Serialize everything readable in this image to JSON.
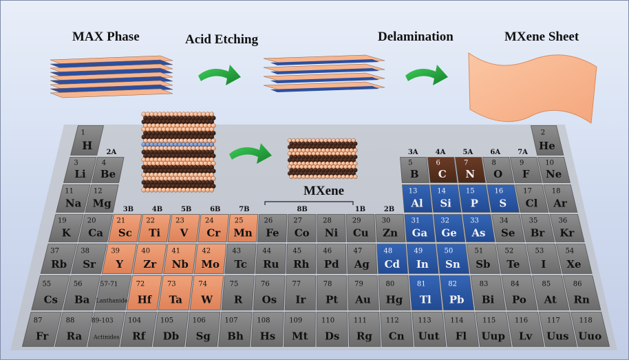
{
  "labels": {
    "max_phase": "MAX Phase",
    "acid_etching": "Acid Etching",
    "delamination": "Delamination",
    "mxene_sheet": "MXene Sheet",
    "mxene": "MXene"
  },
  "groups": [
    {
      "label": "2A",
      "col": 2,
      "row": 2
    },
    {
      "label": "3A",
      "col": 13,
      "row": 2
    },
    {
      "label": "4A",
      "col": 14,
      "row": 2
    },
    {
      "label": "5A",
      "col": 15,
      "row": 2
    },
    {
      "label": "6A",
      "col": 16,
      "row": 2
    },
    {
      "label": "7A",
      "col": 17,
      "row": 2
    },
    {
      "label": "3B",
      "col": 3,
      "row": 4
    },
    {
      "label": "4B",
      "col": 4,
      "row": 4
    },
    {
      "label": "5B",
      "col": 5,
      "row": 4
    },
    {
      "label": "6B",
      "col": 6,
      "row": 4
    },
    {
      "label": "7B",
      "col": 7,
      "row": 4
    },
    {
      "label": "8B",
      "col": 9,
      "row": 4
    },
    {
      "label": "1B",
      "col": 11,
      "row": 4
    },
    {
      "label": "2B",
      "col": 12,
      "row": 4
    }
  ],
  "colors": {
    "gray": "#7c7c7c",
    "orange": "#e9946c",
    "blue": "#2b5aa8",
    "brown": "#5a3220",
    "layer_orange": "#f6b58f",
    "layer_blue": "#2c4f9e",
    "arrow_green": "#22a43c"
  },
  "elements": [
    {
      "n": "1",
      "s": "H",
      "c": 1,
      "r": 1,
      "k": "gray"
    },
    {
      "n": "2",
      "s": "He",
      "c": 18,
      "r": 1,
      "k": "gray"
    },
    {
      "n": "3",
      "s": "Li",
      "c": 1,
      "r": 2,
      "k": "gray"
    },
    {
      "n": "4",
      "s": "Be",
      "c": 2,
      "r": 2,
      "k": "gray"
    },
    {
      "n": "5",
      "s": "B",
      "c": 13,
      "r": 2,
      "k": "gray"
    },
    {
      "n": "6",
      "s": "C",
      "c": 14,
      "r": 2,
      "k": "brown"
    },
    {
      "n": "7",
      "s": "N",
      "c": 15,
      "r": 2,
      "k": "brown"
    },
    {
      "n": "8",
      "s": "O",
      "c": 16,
      "r": 2,
      "k": "gray"
    },
    {
      "n": "9",
      "s": "F",
      "c": 17,
      "r": 2,
      "k": "gray"
    },
    {
      "n": "10",
      "s": "Ne",
      "c": 18,
      "r": 2,
      "k": "gray"
    },
    {
      "n": "11",
      "s": "Na",
      "c": 1,
      "r": 3,
      "k": "gray"
    },
    {
      "n": "12",
      "s": "Mg",
      "c": 2,
      "r": 3,
      "k": "gray"
    },
    {
      "n": "13",
      "s": "Al",
      "c": 13,
      "r": 3,
      "k": "blue"
    },
    {
      "n": "14",
      "s": "Si",
      "c": 14,
      "r": 3,
      "k": "blue"
    },
    {
      "n": "15",
      "s": "P",
      "c": 15,
      "r": 3,
      "k": "blue"
    },
    {
      "n": "16",
      "s": "S",
      "c": 16,
      "r": 3,
      "k": "blue"
    },
    {
      "n": "17",
      "s": "Cl",
      "c": 17,
      "r": 3,
      "k": "gray"
    },
    {
      "n": "18",
      "s": "Ar",
      "c": 18,
      "r": 3,
      "k": "gray"
    },
    {
      "n": "19",
      "s": "K",
      "c": 1,
      "r": 4,
      "k": "gray"
    },
    {
      "n": "20",
      "s": "Ca",
      "c": 2,
      "r": 4,
      "k": "gray"
    },
    {
      "n": "21",
      "s": "Sc",
      "c": 3,
      "r": 4,
      "k": "orange"
    },
    {
      "n": "22",
      "s": "Ti",
      "c": 4,
      "r": 4,
      "k": "orange"
    },
    {
      "n": "23",
      "s": "V",
      "c": 5,
      "r": 4,
      "k": "orange"
    },
    {
      "n": "24",
      "s": "Cr",
      "c": 6,
      "r": 4,
      "k": "orange"
    },
    {
      "n": "25",
      "s": "Mn",
      "c": 7,
      "r": 4,
      "k": "orange"
    },
    {
      "n": "26",
      "s": "Fe",
      "c": 8,
      "r": 4,
      "k": "gray"
    },
    {
      "n": "27",
      "s": "Co",
      "c": 9,
      "r": 4,
      "k": "gray"
    },
    {
      "n": "28",
      "s": "Ni",
      "c": 10,
      "r": 4,
      "k": "gray"
    },
    {
      "n": "29",
      "s": "Cu",
      "c": 11,
      "r": 4,
      "k": "gray"
    },
    {
      "n": "30",
      "s": "Zn",
      "c": 12,
      "r": 4,
      "k": "gray"
    },
    {
      "n": "31",
      "s": "Ga",
      "c": 13,
      "r": 4,
      "k": "blue"
    },
    {
      "n": "32",
      "s": "Ge",
      "c": 14,
      "r": 4,
      "k": "blue"
    },
    {
      "n": "33",
      "s": "As",
      "c": 15,
      "r": 4,
      "k": "blue"
    },
    {
      "n": "34",
      "s": "Se",
      "c": 16,
      "r": 4,
      "k": "gray"
    },
    {
      "n": "35",
      "s": "Br",
      "c": 17,
      "r": 4,
      "k": "gray"
    },
    {
      "n": "36",
      "s": "Kr",
      "c": 18,
      "r": 4,
      "k": "gray"
    },
    {
      "n": "37",
      "s": "Rb",
      "c": 1,
      "r": 5,
      "k": "gray"
    },
    {
      "n": "38",
      "s": "Sr",
      "c": 2,
      "r": 5,
      "k": "gray"
    },
    {
      "n": "39",
      "s": "Y",
      "c": 3,
      "r": 5,
      "k": "orange"
    },
    {
      "n": "40",
      "s": "Zr",
      "c": 4,
      "r": 5,
      "k": "orange"
    },
    {
      "n": "41",
      "s": "Nb",
      "c": 5,
      "r": 5,
      "k": "orange"
    },
    {
      "n": "42",
      "s": "Mo",
      "c": 6,
      "r": 5,
      "k": "orange"
    },
    {
      "n": "43",
      "s": "Tc",
      "c": 7,
      "r": 5,
      "k": "gray"
    },
    {
      "n": "44",
      "s": "Ru",
      "c": 8,
      "r": 5,
      "k": "gray"
    },
    {
      "n": "45",
      "s": "Rh",
      "c": 9,
      "r": 5,
      "k": "gray"
    },
    {
      "n": "46",
      "s": "Pd",
      "c": 10,
      "r": 5,
      "k": "gray"
    },
    {
      "n": "47",
      "s": "Ag",
      "c": 11,
      "r": 5,
      "k": "gray"
    },
    {
      "n": "48",
      "s": "Cd",
      "c": 12,
      "r": 5,
      "k": "blue"
    },
    {
      "n": "49",
      "s": "In",
      "c": 13,
      "r": 5,
      "k": "blue"
    },
    {
      "n": "50",
      "s": "Sn",
      "c": 14,
      "r": 5,
      "k": "blue"
    },
    {
      "n": "51",
      "s": "Sb",
      "c": 15,
      "r": 5,
      "k": "gray"
    },
    {
      "n": "52",
      "s": "Te",
      "c": 16,
      "r": 5,
      "k": "gray"
    },
    {
      "n": "53",
      "s": "I",
      "c": 17,
      "r": 5,
      "k": "gray"
    },
    {
      "n": "54",
      "s": "Xe",
      "c": 18,
      "r": 5,
      "k": "gray"
    },
    {
      "n": "55",
      "s": "Cs",
      "c": 1,
      "r": 6,
      "k": "gray"
    },
    {
      "n": "56",
      "s": "Ba",
      "c": 2,
      "r": 6,
      "k": "gray"
    },
    {
      "n": "57-71",
      "s": "Lanthanides",
      "c": 3,
      "r": 6,
      "k": "gray",
      "small": true
    },
    {
      "n": "72",
      "s": "Hf",
      "c": 4,
      "r": 6,
      "k": "orange"
    },
    {
      "n": "73",
      "s": "Ta",
      "c": 5,
      "r": 6,
      "k": "orange"
    },
    {
      "n": "74",
      "s": "W",
      "c": 6,
      "r": 6,
      "k": "orange"
    },
    {
      "n": "75",
      "s": "R",
      "c": 7,
      "r": 6,
      "k": "gray"
    },
    {
      "n": "76",
      "s": "Os",
      "c": 8,
      "r": 6,
      "k": "gray"
    },
    {
      "n": "77",
      "s": "Ir",
      "c": 9,
      "r": 6,
      "k": "gray"
    },
    {
      "n": "78",
      "s": "Pt",
      "c": 10,
      "r": 6,
      "k": "gray"
    },
    {
      "n": "79",
      "s": "Au",
      "c": 11,
      "r": 6,
      "k": "gray"
    },
    {
      "n": "80",
      "s": "Hg",
      "c": 12,
      "r": 6,
      "k": "gray"
    },
    {
      "n": "81",
      "s": "Tl",
      "c": 13,
      "r": 6,
      "k": "blue"
    },
    {
      "n": "82",
      "s": "Pb",
      "c": 14,
      "r": 6,
      "k": "blue"
    },
    {
      "n": "83",
      "s": "Bi",
      "c": 15,
      "r": 6,
      "k": "gray"
    },
    {
      "n": "84",
      "s": "Po",
      "c": 16,
      "r": 6,
      "k": "gray"
    },
    {
      "n": "85",
      "s": "At",
      "c": 17,
      "r": 6,
      "k": "gray"
    },
    {
      "n": "86",
      "s": "Rn",
      "c": 18,
      "r": 6,
      "k": "gray"
    },
    {
      "n": "87",
      "s": "Fr",
      "c": 1,
      "r": 7,
      "k": "gray"
    },
    {
      "n": "88",
      "s": "Ra",
      "c": 2,
      "r": 7,
      "k": "gray"
    },
    {
      "n": "89-103",
      "s": "Actinides",
      "c": 3,
      "r": 7,
      "k": "gray",
      "small": true
    },
    {
      "n": "104",
      "s": "Rf",
      "c": 4,
      "r": 7,
      "k": "gray"
    },
    {
      "n": "105",
      "s": "Db",
      "c": 5,
      "r": 7,
      "k": "gray"
    },
    {
      "n": "106",
      "s": "Sg",
      "c": 6,
      "r": 7,
      "k": "gray"
    },
    {
      "n": "107",
      "s": "Bh",
      "c": 7,
      "r": 7,
      "k": "gray"
    },
    {
      "n": "108",
      "s": "Hs",
      "c": 8,
      "r": 7,
      "k": "gray"
    },
    {
      "n": "109",
      "s": "Mt",
      "c": 9,
      "r": 7,
      "k": "gray"
    },
    {
      "n": "110",
      "s": "Ds",
      "c": 10,
      "r": 7,
      "k": "gray"
    },
    {
      "n": "111",
      "s": "Rg",
      "c": 11,
      "r": 7,
      "k": "gray"
    },
    {
      "n": "112",
      "s": "Cn",
      "c": 12,
      "r": 7,
      "k": "gray"
    },
    {
      "n": "113",
      "s": "Uut",
      "c": 13,
      "r": 7,
      "k": "gray"
    },
    {
      "n": "114",
      "s": "Fl",
      "c": 14,
      "r": 7,
      "k": "gray"
    },
    {
      "n": "115",
      "s": "Uup",
      "c": 15,
      "r": 7,
      "k": "gray"
    },
    {
      "n": "116",
      "s": "Lv",
      "c": 16,
      "r": 7,
      "k": "gray"
    },
    {
      "n": "117",
      "s": "Uus",
      "c": 17,
      "r": 7,
      "k": "gray"
    },
    {
      "n": "118",
      "s": "Uuo",
      "c": 18,
      "r": 7,
      "k": "gray"
    }
  ]
}
